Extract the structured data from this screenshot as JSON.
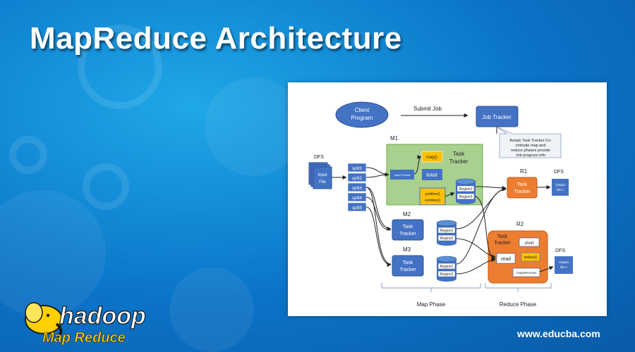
{
  "page": {
    "title": "MapReduce Architecture",
    "website": "www.educba.com"
  },
  "logo": {
    "word": "hadoop",
    "subtitle": "Map Reduce"
  },
  "diagram": {
    "client": [
      "Client",
      "Program"
    ],
    "submit_job": "Submit Job",
    "job_tracker": "Job Tracker",
    "callout": [
      "Assign Task Tracker Co-",
      "ordinate map and",
      "reduce phases provide",
      "Job progress info"
    ],
    "dfs": "DFS",
    "input_file": [
      "Input",
      "File"
    ],
    "splits": [
      "split1",
      "split2",
      "split3",
      "split4",
      "split5"
    ],
    "m1": "M1",
    "m2": "M2",
    "m3": "M3",
    "task_tracker": [
      "Task",
      "Tracker"
    ],
    "input_format": "Input Format",
    "map_fn": "map()",
    "ram": "RAM",
    "partition_fn": "partition()",
    "combine_fn": "combine()",
    "region1": "Region1",
    "region2": "Region2",
    "r1": "R1",
    "r2": "R2",
    "output_file1": [
      "Output",
      "file 1"
    ],
    "output_file2": [
      "Output",
      "file 2"
    ],
    "short": "short",
    "read": "read",
    "reduce_fn": "reduce()",
    "output_format": "OutputFormat",
    "map_phase": "Map Phase",
    "reduce_phase": "Reduce Phase"
  }
}
